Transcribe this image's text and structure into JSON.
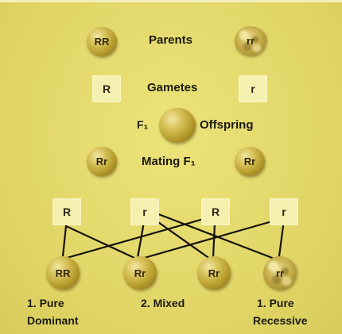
{
  "rows": {
    "parents": {
      "left": "RR",
      "label": "Parents",
      "right": "rr"
    },
    "gametes": {
      "left": "R",
      "label": "Gametes",
      "right": "r"
    },
    "offspring": {
      "prefix": "F₁",
      "label": "Offspring"
    },
    "mating": {
      "left": "Rr",
      "label": "Mating F₁",
      "right": "Rr"
    }
  },
  "gamete_row": [
    "R",
    "r",
    "R",
    "r"
  ],
  "result_row": [
    "RR",
    "Rr",
    "Rr",
    "rr"
  ],
  "captions": {
    "pure_dominant": {
      "line1": "1. Pure",
      "line2": "Dominant"
    },
    "mixed": "2. Mixed",
    "pure_recessive": {
      "line1": "1. Pure",
      "line2": "Recessive"
    }
  },
  "colors": {
    "background": "#e3d86c",
    "gamete_box": "#f6f0b0",
    "lines": "#14120c"
  }
}
